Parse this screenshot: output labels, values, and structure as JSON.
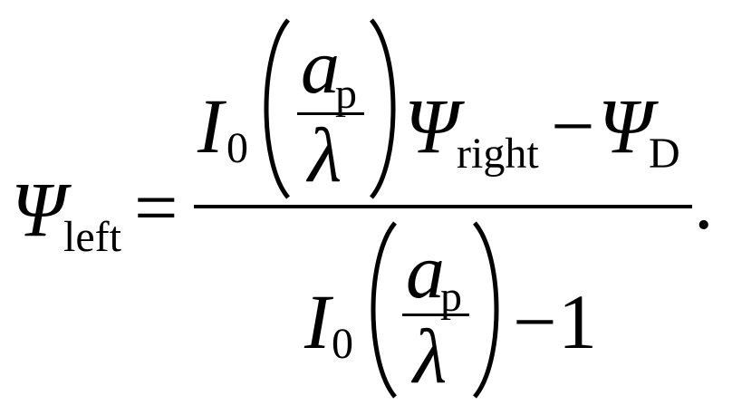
{
  "equation": {
    "lhs": {
      "symbol": "Ψ",
      "subscript": "left"
    },
    "equals": "=",
    "numerator": {
      "bessel": "I",
      "bessel_subscript": "0",
      "arg_numerator": "a",
      "arg_numerator_subscript": "p",
      "arg_denominator": "λ",
      "term_symbol": "Ψ",
      "term_subscript": "right",
      "minus": "−",
      "second_symbol": "Ψ",
      "second_subscript": "D"
    },
    "denominator": {
      "bessel": "I",
      "bessel_subscript": "0",
      "arg_numerator": "a",
      "arg_numerator_subscript": "p",
      "arg_denominator": "λ",
      "minus": "−",
      "constant": "1"
    },
    "terminator": "."
  }
}
